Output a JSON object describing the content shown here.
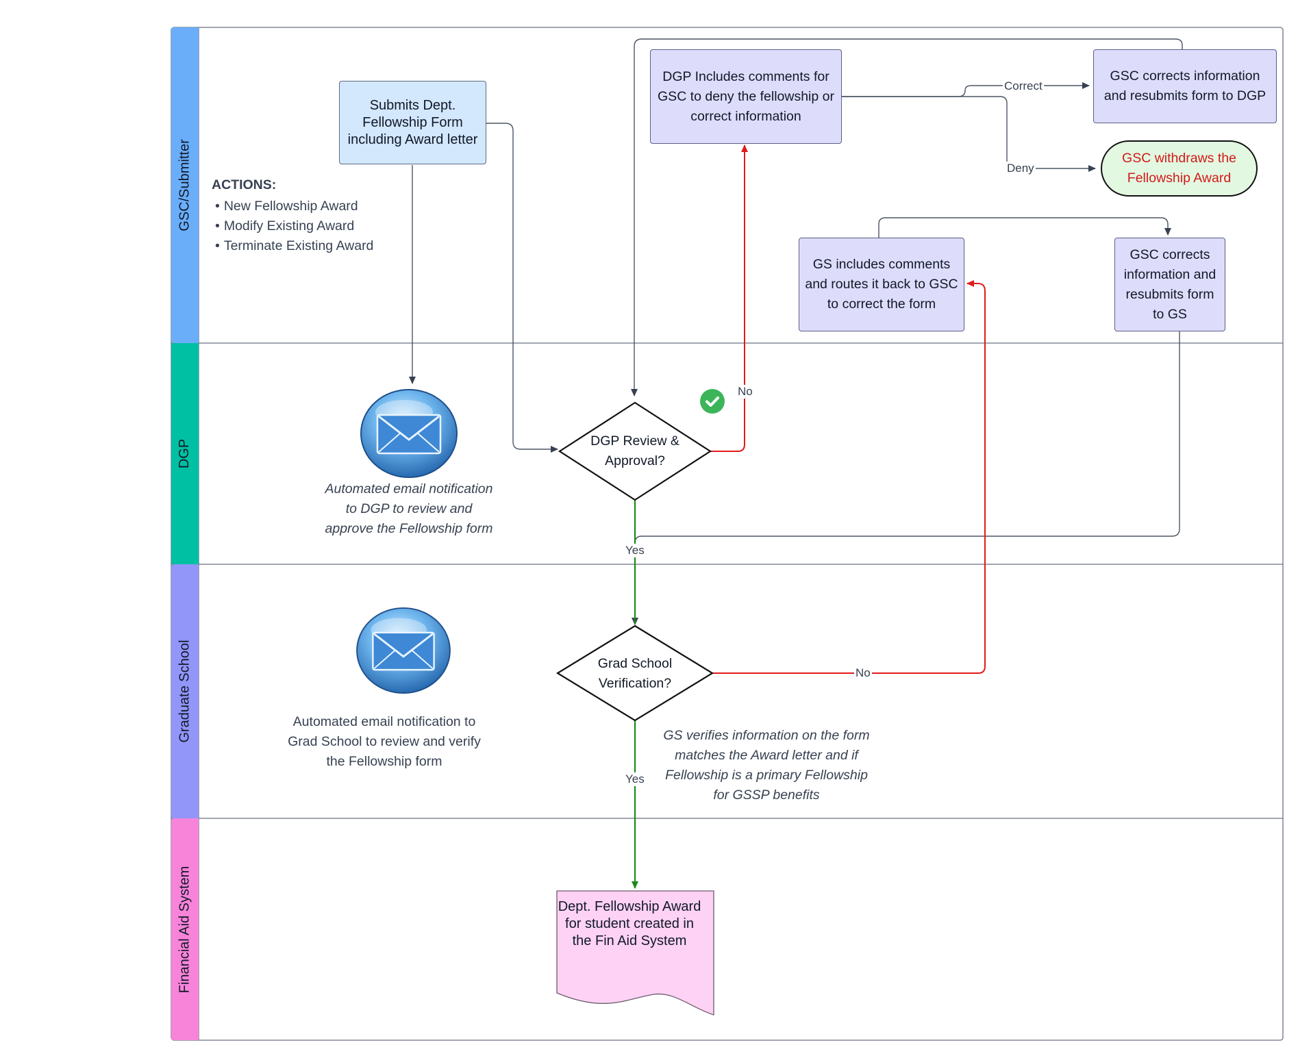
{
  "lanes": [
    {
      "id": "gsc",
      "label": "GSC/Submitter",
      "color": "#6aaefa"
    },
    {
      "id": "dgp",
      "label": "DGP",
      "color": "#00c0a3"
    },
    {
      "id": "gs",
      "label": "Graduate School",
      "color": "#9296f9"
    },
    {
      "id": "fas",
      "label": "Financial Aid System",
      "color": "#f884da"
    }
  ],
  "nodes": {
    "submit": "Submits Dept. Fellowship Form including Award letter",
    "dgp_comments": "DGP Includes comments for GSC to deny the fellowship or correct information",
    "gsc_correct_dgp": "GSC corrects information and resubmits form to DGP",
    "gsc_withdraw": "GSC withdraws the Fellowship Award",
    "gs_comments": "GS includes comments and routes it back to GSC to correct the form",
    "gsc_correct_gs": "GSC corrects information and resubmits form to GS",
    "dgp_review": "DGP Review & Approval?",
    "gs_verify": "Grad School Verification?",
    "fin_aid": "Dept. Fellowship Award for student created in the Fin Aid System"
  },
  "edge_labels": {
    "correct": "Correct",
    "deny": "Deny",
    "no_dgp": "No",
    "yes_dgp": "Yes",
    "no_gs": "No",
    "yes_gs": "Yes"
  },
  "notes": {
    "actions_heading": "ACTIONS:",
    "actions": [
      "New Fellowship Award",
      "Modify Existing Award",
      "Terminate Existing Award"
    ],
    "email_dgp": "Automated email notification to DGP to review and approve the Fellowship form",
    "email_gs": "Automated email notification to Grad School to review and verify the Fellowship form",
    "gs_verifies": "GS verifies information on the form matches the Award letter and if Fellowship is a primary Fellowship for GSSP benefits"
  },
  "colors": {
    "yes_edge": "#1a8a1a",
    "no_edge": "#e01b1b",
    "default_edge": "#4b5563",
    "check": "#3cb55a"
  },
  "icons": [
    "mail-icon",
    "check-circle-icon"
  ]
}
